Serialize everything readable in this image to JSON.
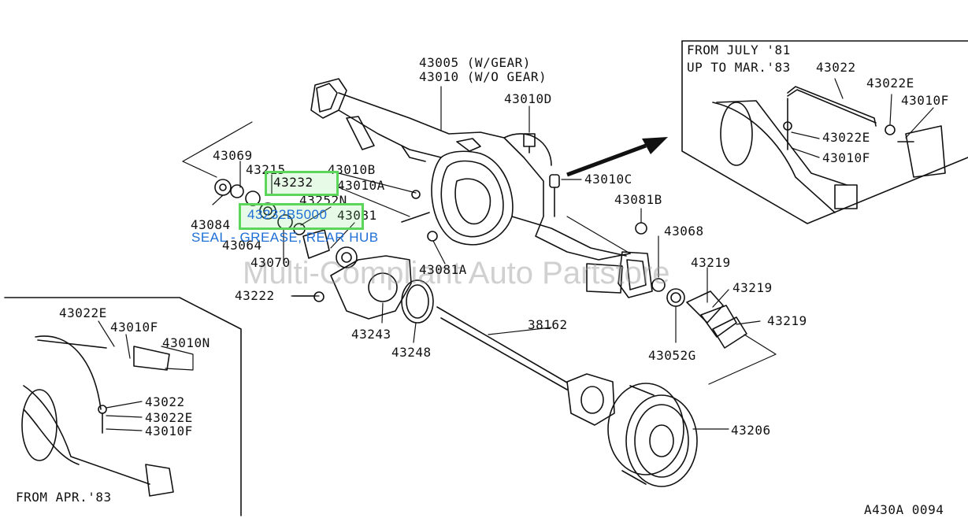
{
  "watermark": "Multi-Compliant Auto Partstore",
  "highlight": {
    "part_number": "43232",
    "selected_code": "43232B5000",
    "description": "SEAL - GREASE, REAR HUB"
  },
  "insets": {
    "top_right_title_1": "FROM JULY '81",
    "top_right_title_2": "UP TO MAR.'83",
    "bottom_left_title": "FROM APR.'83"
  },
  "figure_code": "A430A 0094",
  "labels": {
    "l43005": "43005 (W/GEAR)",
    "l43010": "43010 (W/O GEAR)",
    "l43010D": "43010D",
    "l43069": "43069",
    "l43215": "43215",
    "l43010B": "43010B",
    "l43010A": "43010A",
    "l43252N": "43252N",
    "l43081": "43081",
    "l43084": "43084",
    "l43064": "43064",
    "l43070": "43070",
    "l43010C": "43010C",
    "l43081B": "43081B",
    "l43068": "43068",
    "l43081A": "43081A",
    "l43222": "43222",
    "l43219a": "43219",
    "l43219b": "43219",
    "l43219c": "43219",
    "l43052G": "43052G",
    "l43243": "43243",
    "l43248": "43248",
    "l38162": "38162",
    "l43206": "43206",
    "tr43022": "43022",
    "tr43022E_a": "43022E",
    "tr43010F_a": "43010F",
    "tr43022E_b": "43022E",
    "tr43010F_b": "43010F",
    "bl43022E": "43022E",
    "bl43010F": "43010F",
    "bl43010N": "43010N",
    "bl43022": "43022",
    "bl43022E_b": "43022E",
    "bl43010F_b": "43010F"
  }
}
